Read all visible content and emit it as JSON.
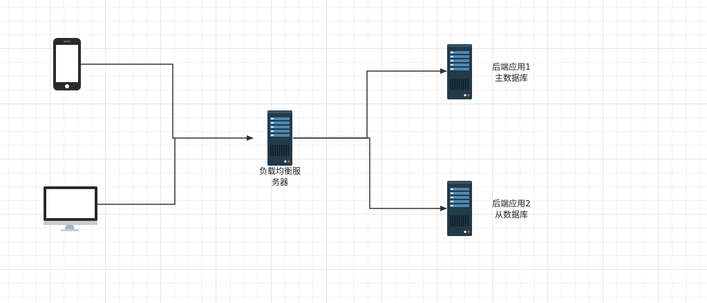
{
  "nodes": {
    "phone": {
      "icon": "smartphone-icon"
    },
    "monitor": {
      "icon": "desktop-monitor-icon"
    },
    "load_balancer": {
      "icon": "server-icon",
      "label_line1": "负载均衡服",
      "label_line2": "务器"
    },
    "backend1": {
      "icon": "server-icon",
      "label_line1": "后端应用1",
      "label_line2": "主数据库"
    },
    "backend2": {
      "icon": "server-icon",
      "label_line1": "后端应用2",
      "label_line2": "从数据库"
    }
  },
  "colors": {
    "edge": "#333333",
    "device_dark": "#2b2b2b",
    "server_body": "#233a4a",
    "server_stripe": "#4f87b0"
  }
}
